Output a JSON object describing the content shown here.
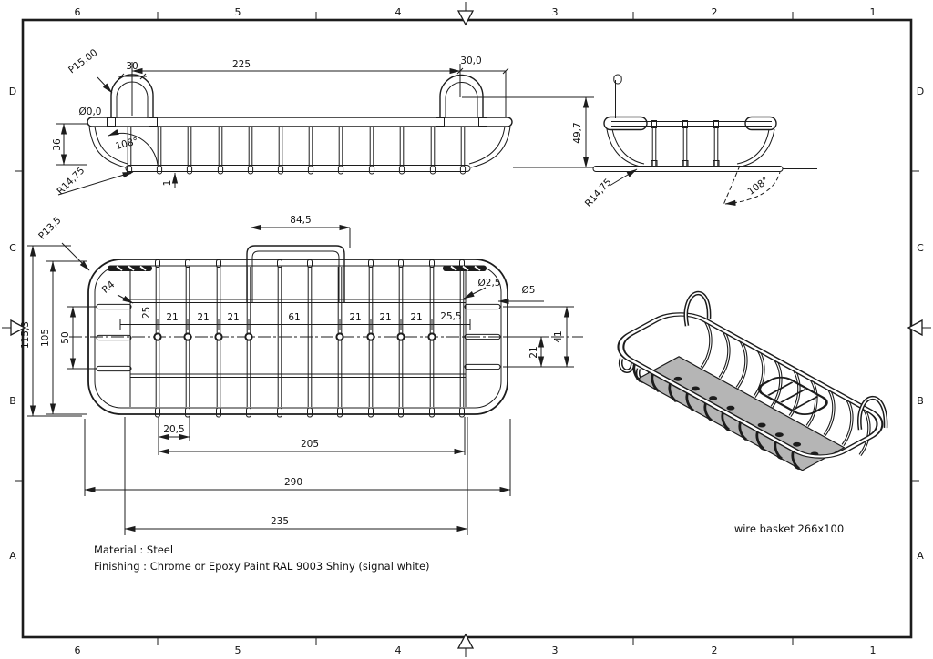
{
  "frame": {
    "zones_h": [
      "6",
      "5",
      "4",
      "3",
      "2",
      "1"
    ],
    "zones_v": [
      "D",
      "C",
      "B",
      "A"
    ]
  },
  "side_view": {
    "dim_pitch": "P15,00",
    "dim_handle_left": "30",
    "dim_span": "225",
    "dim_handle_right": "30,0",
    "dim_dia_zero": "Ø0,0",
    "dim_height": "36",
    "dim_angle": "108°",
    "dim_radius": "R14,75",
    "dim_wire": "1",
    "dim_total_height": "49,7"
  },
  "end_view": {
    "dim_radius": "R14,75",
    "dim_angle": "108°"
  },
  "plan_view": {
    "dim_handle": "84,5",
    "dim_corner": "P13,5",
    "dim_r4": "R4",
    "dim_overall_width": "115,3",
    "dim_width": "105",
    "dim_inner_width": "50",
    "spacings": [
      "25",
      "21",
      "21",
      "21",
      "61",
      "21",
      "21",
      "21",
      "25,5"
    ],
    "dim_hole_dia": "Ø2,5",
    "dim_wire_dia": "Ø5",
    "dim_end_height": "41",
    "dim_end_step": "21",
    "dim_20_5": "20,5",
    "dim_205": "205",
    "dim_290": "290",
    "dim_235": "235"
  },
  "notes": {
    "material": "Material : Steel",
    "finishing": "Finishing : Chrome or Epoxy Paint RAL 9003 Shiny (signal white)"
  },
  "iso_view": {
    "caption": "wire basket 266x100"
  },
  "colors": {
    "line": "#1c1c1c",
    "plate": "#b5b5b5"
  }
}
